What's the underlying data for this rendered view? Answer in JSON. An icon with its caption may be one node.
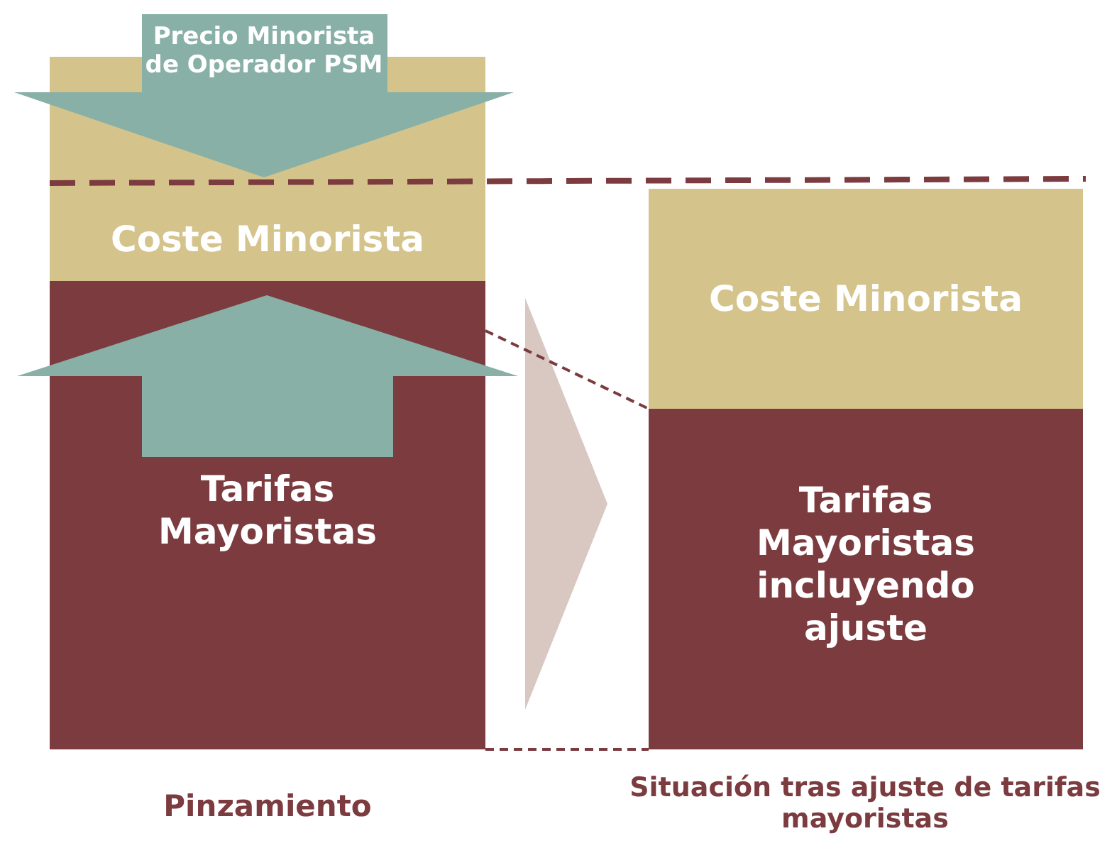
{
  "diagram": {
    "nodes": [
      {
        "text": [
          "Coste Minorista"
        ]
      },
      {
        "text": [
          "Tarifas Mayoristas"
        ]
      },
      {
        "text": [
          "Coste Minorista"
        ]
      },
      {
        "text": [
          "Tarifas Mayoristas incluyendo ajuste"
        ]
      },
      {
        "text": [
          "Precio Minorista de Operador PSM"
        ]
      }
    ],
    "edges": [
      {
        "from": 1,
        "to": 3,
        "arrow": "to",
        "style": "thick",
        "color": "#d9c7c2"
      },
      {
        "from": 1,
        "to": 3,
        "arrow": "none",
        "style": "dashed"
      },
      {
        "from": 1,
        "to": 3,
        "arrow": "none",
        "style": "dashed"
      }
    ],
    "labels": [
      "Pinzamiento",
      "Situación tras ajuste de tarifas mayoristas"
    ]
  }
}
